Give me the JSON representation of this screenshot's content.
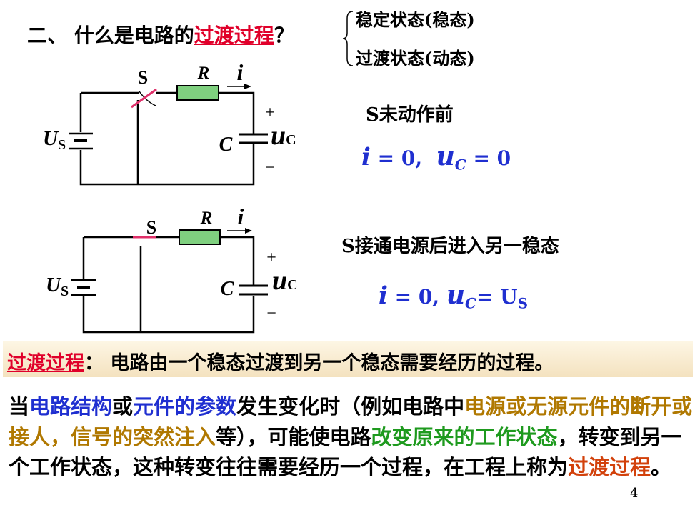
{
  "heading": {
    "prefix": "二、 什么是电路的",
    "highlight": "过渡过程",
    "suffix": "？"
  },
  "brace_items": [
    "稳定状态(稳态)",
    "过渡状态(动态)"
  ],
  "circuit1": {
    "switch_label": "S",
    "resistor_label": "R",
    "current_label": "i",
    "source_label": "U",
    "source_sub": "S",
    "cap_label": "C",
    "voltage_label": "u",
    "voltage_sub": "C",
    "plus": "+",
    "minus": "−"
  },
  "circuit2": {
    "switch_label": "S",
    "resistor_label": "R",
    "current_label": "i",
    "source_label": "U",
    "source_sub": "S",
    "cap_label": "C",
    "voltage_label": "u",
    "voltage_sub": "C",
    "plus": "+",
    "minus": "−"
  },
  "state1": {
    "title": "S未动作前",
    "eq_i": "i",
    "eq_i_rest": " = 0,",
    "eq_u": "u",
    "eq_u_sub": "C",
    "eq_u_rest": " = 0"
  },
  "state2": {
    "title": "S接通电源后进入另一稳态",
    "eq_i": "i",
    "eq_i_rest": " = 0, ",
    "eq_u": "u",
    "eq_u_sub": "C",
    "eq_u_rest": "= U",
    "eq_u_rest_sub": "S"
  },
  "definition": {
    "term": "过渡过程",
    "colon": "：",
    "text": " 电路由一个稳态过渡到另一个稳态需要经历的过程。"
  },
  "paragraph": {
    "p1": "当",
    "p2": "电路结构",
    "p3": "或",
    "p4": "元件的参数",
    "p5": "发生变化时（例如电路中",
    "p6": "电源或无源元件的断开或接人，信号的突然注入",
    "p7": "等），可能使电路",
    "p8": "改变原来的工作状态",
    "p9": "，转变到另一个工作状态，这种转变往往需要经历一个过程，在工程上称为",
    "p10": "过渡过程",
    "p11": "。"
  },
  "page_number": "4",
  "colors": {
    "accent_red": "#e0002a",
    "blue": "#1f2fd0",
    "olive": "#b07800",
    "green": "#1e9a1e",
    "orange": "#d2410b",
    "resistor_fill": "#7fd07f",
    "switch_pink": "#e0306a"
  }
}
